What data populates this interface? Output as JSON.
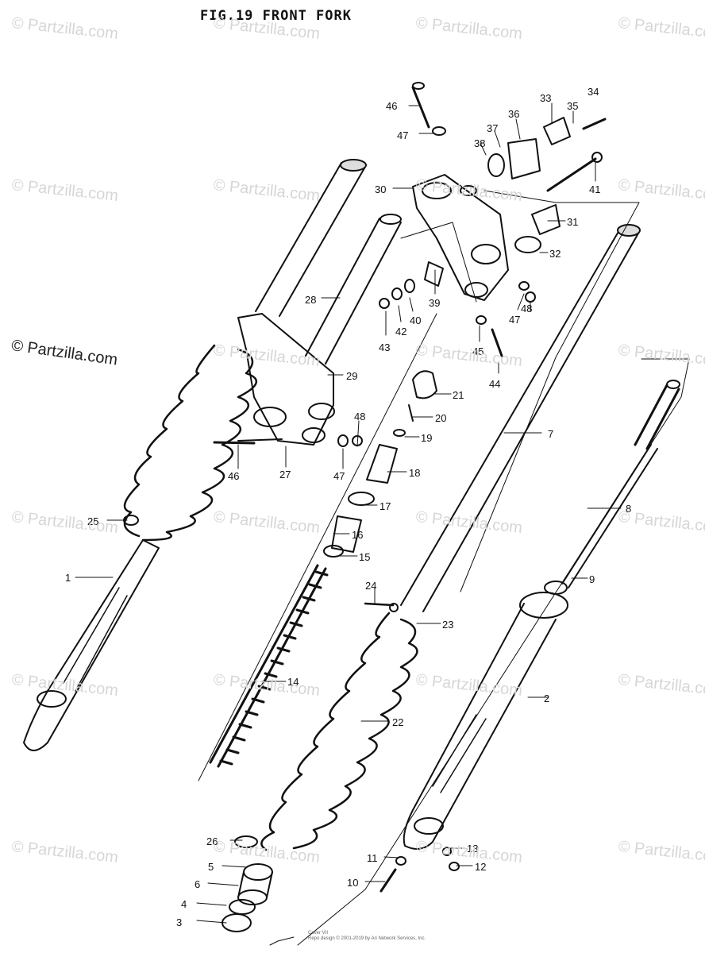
{
  "title": "FIG.19  FRONT FORK",
  "watermark": "© Partzilla.com",
  "footer": {
    "line1": "Cover VII",
    "line2": "Repo design © 2001-2019 by Ari Network Services, Inc."
  },
  "callouts": [
    "1",
    "2",
    "3",
    "4",
    "5",
    "6",
    "7",
    "8",
    "9",
    "10",
    "11",
    "12",
    "13",
    "14",
    "15",
    "16",
    "17",
    "18",
    "19",
    "20",
    "21",
    "22",
    "23",
    "24",
    "25",
    "26",
    "27",
    "28",
    "29",
    "30",
    "31",
    "32",
    "33",
    "34",
    "35",
    "36",
    "37",
    "38",
    "39",
    "40",
    "41",
    "42",
    "43",
    "44",
    "45",
    "46",
    "46",
    "47",
    "47",
    "47",
    "48",
    "48"
  ]
}
